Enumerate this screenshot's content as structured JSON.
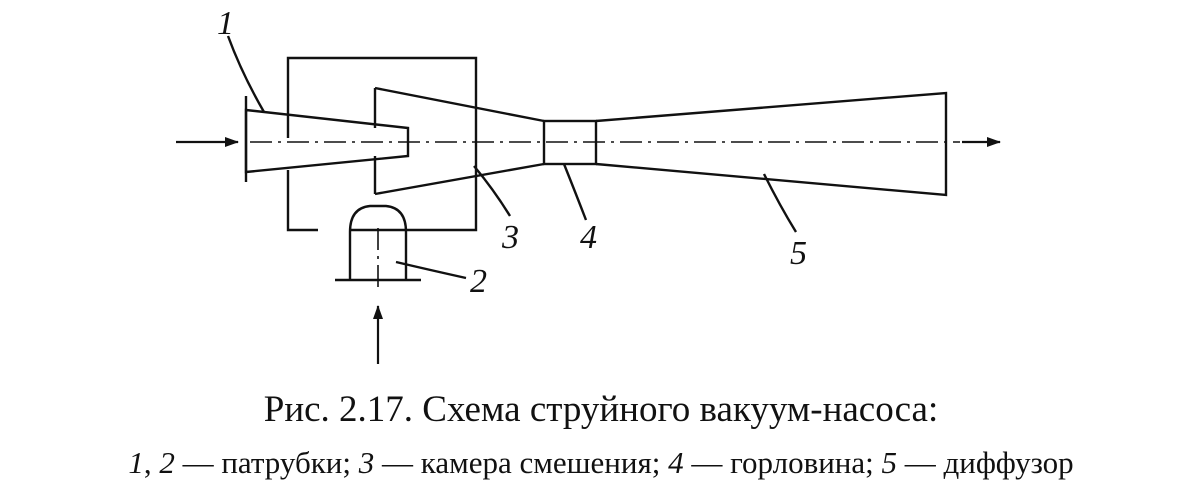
{
  "labels": {
    "nozzle": "1",
    "suction_inlet": "2",
    "mixing_chamber": "3",
    "throat": "4",
    "diffuser": "5"
  },
  "caption": {
    "title": "Рис. 2.17. Схема струйного вакуум-насоса:",
    "legend": [
      {
        "num": "1",
        "sep": ", "
      },
      {
        "num": "2",
        "sep": " — патрубки; "
      },
      {
        "num": "3",
        "sep": " — камера смешения; "
      },
      {
        "num": "4",
        "sep": " — горловина; "
      },
      {
        "num": "5",
        "sep": " — диффузор"
      }
    ]
  }
}
